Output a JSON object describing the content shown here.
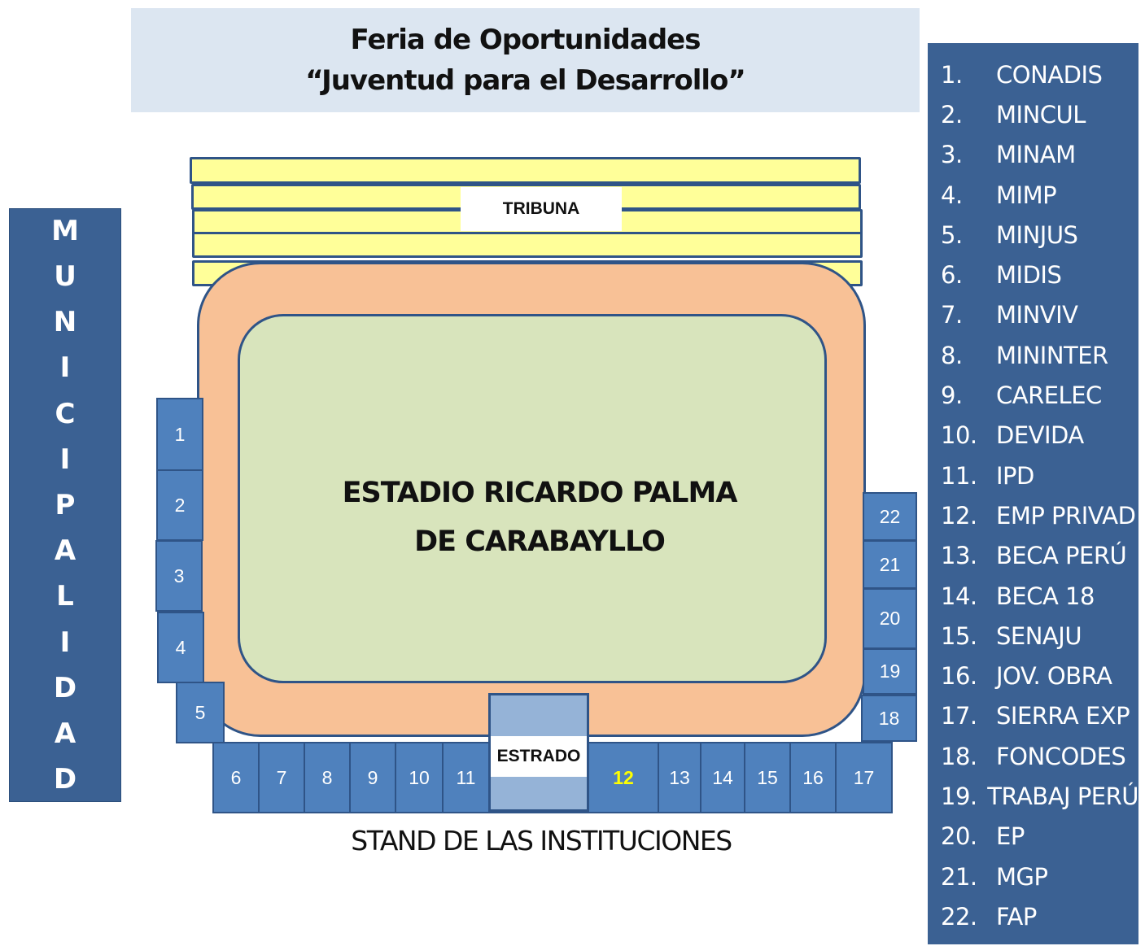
{
  "header": {
    "line1": "Feria de Oportunidades",
    "line2": "“Juventud para el Desarrollo”"
  },
  "sidebar_label_letters": [
    "M",
    "U",
    "N",
    "I",
    "C",
    "I",
    "P",
    "A",
    "L",
    "I",
    "D",
    "A",
    "D"
  ],
  "tribuna_label": "TRIBUNA",
  "stadium": {
    "line1": "ESTADIO RICARDO PALMA",
    "line2": "DE CARABAYLLO"
  },
  "estrado_label": "ESTRADO",
  "caption": "STAND DE LAS INSTITUCIONES",
  "stands": [
    "1",
    "2",
    "3",
    "4",
    "5",
    "6",
    "7",
    "8",
    "9",
    "10",
    "11",
    "12",
    "13",
    "14",
    "15",
    "16",
    "17",
    "18",
    "19",
    "20",
    "21",
    "22"
  ],
  "highlighted_stand": "12",
  "legend": [
    {
      "num": "1.",
      "name": "CONADIS"
    },
    {
      "num": "2.",
      "name": "MINCUL"
    },
    {
      "num": "3.",
      "name": "MINAM"
    },
    {
      "num": "4.",
      "name": "MIMP"
    },
    {
      "num": "5.",
      "name": "MINJUS"
    },
    {
      "num": "6.",
      "name": "MIDIS"
    },
    {
      "num": "7.",
      "name": "MINVIV"
    },
    {
      "num": "8.",
      "name": "MININTER"
    },
    {
      "num": "9.",
      "name": "CARELEC"
    },
    {
      "num": "10.",
      "name": "DEVIDA"
    },
    {
      "num": "11.",
      "name": "IPD"
    },
    {
      "num": "12.",
      "name": "EMP PRIVAD"
    },
    {
      "num": "13.",
      "name": "BECA PERÚ"
    },
    {
      "num": "14.",
      "name": "BECA 18"
    },
    {
      "num": "15.",
      "name": "SENAJU"
    },
    {
      "num": "16.",
      "name": "JOV. OBRA"
    },
    {
      "num": "17.",
      "name": "SIERRA EXP"
    },
    {
      "num": "18.",
      "name": "FONCODES"
    },
    {
      "num": "19.",
      "name": "TRABAJ PERÚ"
    },
    {
      "num": "20.",
      "name": "EP"
    },
    {
      "num": "21.",
      "name": "MGP"
    },
    {
      "num": "22.",
      "name": "FAP"
    }
  ],
  "colors": {
    "header_bg": "#dce6f1",
    "panel_blue": "#3b6193",
    "stand_blue": "#4f81bd",
    "tribuna_yellow": "#ffff99",
    "track_orange": "#f8c196",
    "field_green": "#d8e4bc",
    "highlight_text": "#ffff00"
  }
}
